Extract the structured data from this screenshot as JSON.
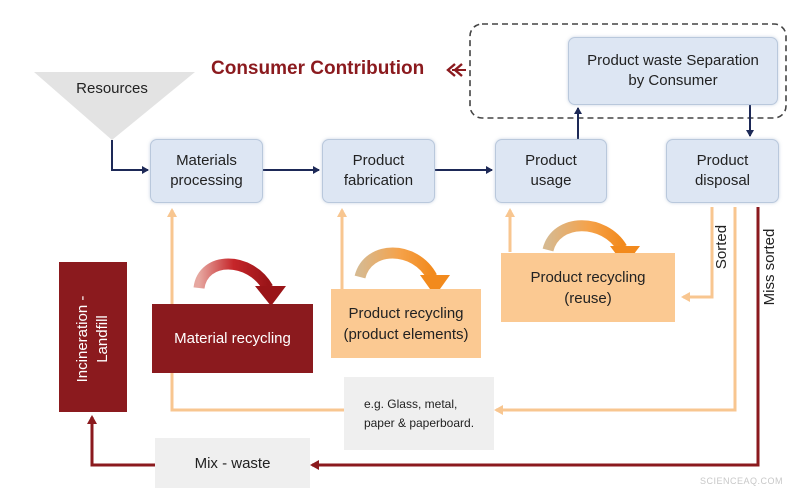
{
  "consumer_contribution": "Consumer Contribution",
  "resources": "Resources",
  "stages": {
    "materials_processing": "Materials\nprocessing",
    "product_fabrication": "Product\nfabrication",
    "product_usage": "Product\nusage",
    "product_disposal": "Product\ndisposal",
    "waste_separation": "Product waste Separation\nby Consumer"
  },
  "recycling": {
    "material": "Material recycling",
    "product_elements": "Product recycling\n(product elements)",
    "reuse": "Product recycling\n(reuse)"
  },
  "incineration": "Incineration -\nLandfill",
  "materials_example": "e.g. Glass, metal,\npaper & paperboard.",
  "mix_waste": "Mix - waste",
  "sorted": "Sorted",
  "miss_sorted": "Miss sorted",
  "watermark": "SCIENCEAQ.COM",
  "colors": {
    "navy": "#1d2957",
    "dark_red": "#8b1a1e",
    "peach": "#fbc992",
    "peach_line": "#f8c690",
    "stage_fill": "#dde6f3"
  }
}
